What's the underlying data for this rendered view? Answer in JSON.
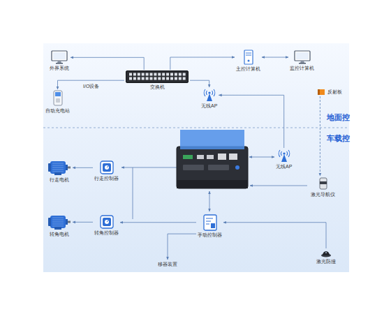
{
  "diagram": {
    "nodes": [
      {
        "text": [
          "外界系统"
        ]
      },
      {
        "text": [
          "交换机"
        ]
      },
      {
        "text": [
          "主控计算机"
        ]
      },
      {
        "text": [
          "监控计算机"
        ]
      },
      {
        "text": [
          "自动充电站"
        ]
      },
      {
        "text": [
          "无线AP"
        ]
      },
      {
        "text": [
          "反射板"
        ]
      },
      {
        "text": [
          "无线AP"
        ]
      },
      {
        "text": [
          "激光导航仪"
        ]
      },
      {
        "text": [
          "行走电机"
        ]
      },
      {
        "text": [
          "行走控制器"
        ]
      },
      {
        "text": [
          "转角电机"
        ]
      },
      {
        "text": [
          "转角控制器"
        ]
      },
      {
        "text": [
          "手动控制器"
        ]
      },
      {
        "text": [
          "移器装置"
        ]
      },
      {
        "text": [
          "激光防撞"
        ]
      }
    ],
    "edges": [
      {
        "from": 1,
        "to": 0,
        "arrow": "to"
      },
      {
        "from": 1,
        "to": 2,
        "arrow": "to"
      },
      {
        "from": 2,
        "to": 3,
        "arrow": "both"
      },
      {
        "from": 1,
        "to": 4,
        "label": "I/O设备",
        "arrow": "to"
      },
      {
        "from": 1,
        "to": 5,
        "arrow": "to"
      },
      {
        "from": 7,
        "to": 5,
        "arrow": "to"
      },
      {
        "from": 6,
        "to": 8,
        "arrow": "to"
      },
      {
        "from": 10,
        "to": 9,
        "arrow": "to"
      },
      {
        "from": 12,
        "to": 11,
        "arrow": "to"
      },
      {
        "from": 13,
        "to": 12,
        "arrow": "to"
      },
      {
        "from": 13,
        "to": 14,
        "arrow": "to"
      },
      {
        "from": 15,
        "to": 13,
        "arrow": "to"
      }
    ],
    "labels": [
      "地面控",
      "车载控"
    ]
  }
}
